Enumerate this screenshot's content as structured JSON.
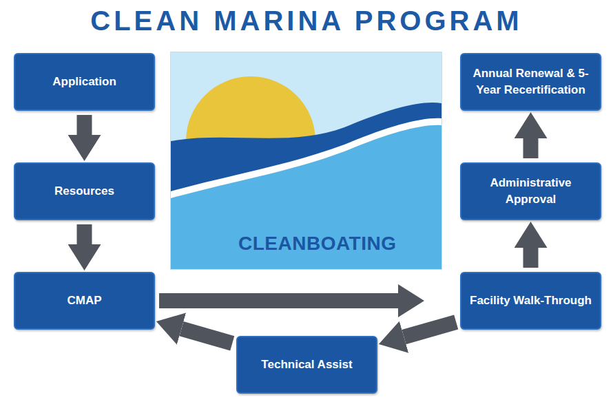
{
  "diagram": {
    "title": "CLEAN MARINA PROGRAM",
    "nodes": [
      {
        "text": [
          "Application"
        ]
      },
      {
        "text": [
          "Resources"
        ]
      },
      {
        "text": [
          "CMAP"
        ]
      },
      {
        "text": [
          "Technical Assist"
        ]
      },
      {
        "text": [
          "Facility Walk-Through"
        ]
      },
      {
        "text": [
          "Administrative Approval"
        ]
      },
      {
        "text": [
          "Annual Renewal & 5-Year Recertification"
        ]
      }
    ],
    "edges": [
      {
        "from": 0,
        "to": 1,
        "arrow": "to"
      },
      {
        "from": 1,
        "to": 2,
        "arrow": "to"
      },
      {
        "from": 2,
        "to": 4,
        "arrow": "to"
      },
      {
        "from": 4,
        "to": 3,
        "arrow": "to"
      },
      {
        "from": 3,
        "to": 2,
        "arrow": "to"
      },
      {
        "from": 4,
        "to": 5,
        "arrow": "to"
      },
      {
        "from": 5,
        "to": 6,
        "arrow": "to"
      }
    ],
    "labels": [
      "CLEANBOATING"
    ]
  }
}
